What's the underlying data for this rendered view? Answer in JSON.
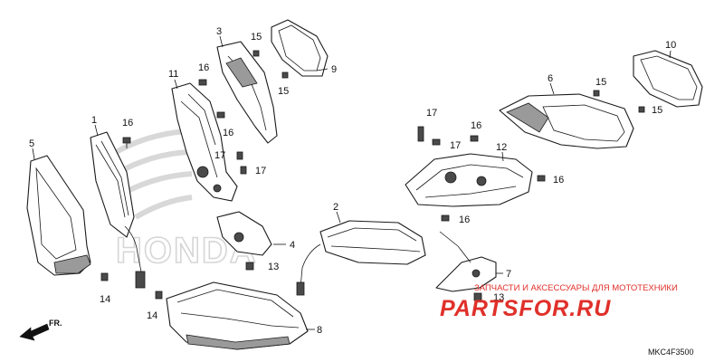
{
  "diagram": {
    "callouts": {
      "c1": "1",
      "c2": "2",
      "c3": "3",
      "c4": "4",
      "c5": "5",
      "c6": "6",
      "c7": "7",
      "c8": "8",
      "c9": "9",
      "c10": "10",
      "c11": "11",
      "c12": "12",
      "c13a": "13",
      "c13b": "13",
      "c14a": "14",
      "c14b": "14",
      "c15a": "15",
      "c15b": "15",
      "c15c": "15",
      "c15d": "15",
      "c16a": "16",
      "c16b": "16",
      "c16c": "16",
      "c16d": "16",
      "c16e": "16",
      "c16f": "16",
      "c17a": "17",
      "c17b": "17",
      "c17c": "17",
      "c17d": "17"
    },
    "direction_label": "FR.",
    "background_brand": "HONDA",
    "diagram_code": "MKC4F3500"
  },
  "watermark": {
    "tagline": "ЗАПЧАСТИ И АКСЕССУАРЫ ДЛЯ МОТОТЕХНИКИ",
    "site": "PARTSFOR.RU",
    "color": "#e0302a"
  }
}
